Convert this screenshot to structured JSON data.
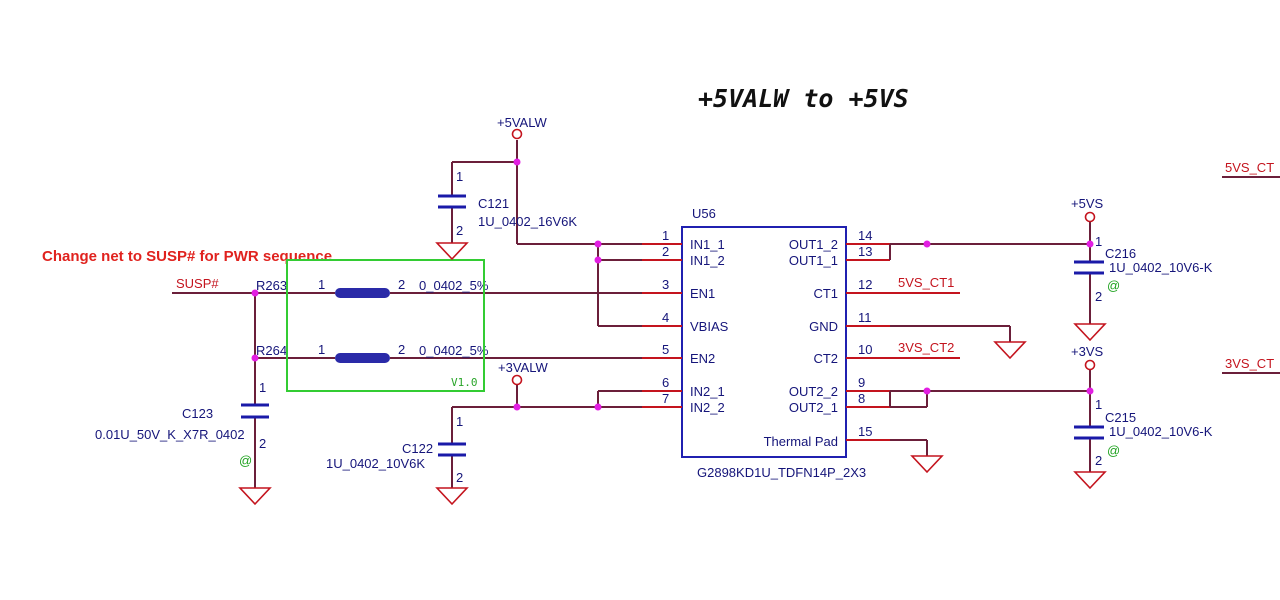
{
  "title": "+5VALW to +5VS",
  "note": "Change net to SUSP# for PWR sequence",
  "ic": {
    "ref": "U56",
    "part": "G2898KD1U_TDFN14P_2X3",
    "left_pins": [
      {
        "num": "1",
        "name": "IN1_1"
      },
      {
        "num": "2",
        "name": "IN1_2"
      },
      {
        "num": "3",
        "name": "EN1"
      },
      {
        "num": "4",
        "name": "VBIAS"
      },
      {
        "num": "5",
        "name": "EN2"
      },
      {
        "num": "6",
        "name": "IN2_1"
      },
      {
        "num": "7",
        "name": "IN2_2"
      }
    ],
    "right_pins": [
      {
        "num": "14",
        "name": "OUT1_2"
      },
      {
        "num": "13",
        "name": "OUT1_1"
      },
      {
        "num": "12",
        "name": "CT1"
      },
      {
        "num": "11",
        "name": "GND"
      },
      {
        "num": "10",
        "name": "CT2"
      },
      {
        "num": "9",
        "name": "OUT2_2"
      },
      {
        "num": "8",
        "name": "OUT2_1"
      },
      {
        "num": "15",
        "name": "Thermal Pad"
      }
    ]
  },
  "nets": {
    "p5valw": "+5VALW",
    "p3valw": "+3VALW",
    "p5vs": "+5VS",
    "p3vs": "+3VS",
    "susp": "SUSP#",
    "ct1": "5VS_CT1",
    "ct2": "3VS_CT2",
    "edge_ct1": "5VS_CT",
    "edge_ct2": "3VS_CT"
  },
  "resistors": [
    {
      "ref": "R263",
      "pin1": "1",
      "pin2": "2",
      "value": "0_0402_5%"
    },
    {
      "ref": "R264",
      "pin1": "1",
      "pin2": "2",
      "value": "0_0402_5%"
    }
  ],
  "capacitors": {
    "c121": {
      "ref": "C121",
      "value": "1U_0402_16V6K",
      "pin1": "1",
      "pin2": "2"
    },
    "c122": {
      "ref": "C122",
      "value": "1U_0402_10V6K",
      "pin1": "1",
      "pin2": "2"
    },
    "c123": {
      "ref": "C123",
      "value": "0.01U_50V_K_X7R_0402",
      "pin1": "1",
      "pin2": "2",
      "mark": "@"
    },
    "c216": {
      "ref": "C216",
      "value": "1U_0402_10V6-K",
      "pin1": "1",
      "pin2": "2",
      "mark": "@"
    },
    "c215": {
      "ref": "C215",
      "value": "1U_0402_10V6-K",
      "pin1": "1",
      "pin2": "2",
      "mark": "@"
    }
  },
  "box_version": "V1.0",
  "colors": {
    "wire": "#6b1f3a",
    "pin": "#c4141e",
    "ic_outline": "#2020b0",
    "junction": "#e21ee2",
    "highlight_box": "#33cc33",
    "note": "#e0221e"
  }
}
